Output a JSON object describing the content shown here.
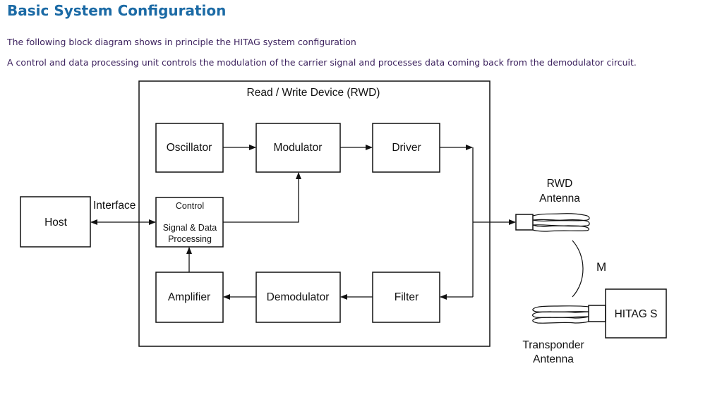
{
  "page": {
    "title": "Basic System Configuration",
    "paragraphs": [
      "The following block diagram shows in principle the HITAG system configuration",
      "A control and data processing unit controls the modulation of the carrier signal and processes data coming back from the demodulator circuit."
    ]
  },
  "diagram": {
    "container_label": "Read / Write Device (RWD)",
    "blocks": {
      "host": "Host",
      "oscillator": "Oscillator",
      "modulator": "Modulator",
      "driver": "Driver",
      "control_title": "Control",
      "control_line1": "Signal & Data",
      "control_line2": "Processing",
      "amplifier": "Amplifier",
      "demodulator": "Demodulator",
      "filter": "Filter",
      "hitag": "HITAG S"
    },
    "labels": {
      "interface": "Interface",
      "rwd_antenna_line1": "RWD",
      "rwd_antenna_line2": "Antenna",
      "coupling": "M",
      "transponder_antenna_line1": "Transponder",
      "transponder_antenna_line2": "Antenna"
    },
    "connections": [
      {
        "from": "Host",
        "to": "Control",
        "direction": "bidirectional"
      },
      {
        "from": "Oscillator",
        "to": "Modulator"
      },
      {
        "from": "Modulator",
        "to": "Driver"
      },
      {
        "from": "Control",
        "to": "Modulator"
      },
      {
        "from": "Driver",
        "to": "RWD Antenna"
      },
      {
        "from": "RWD Antenna",
        "to": "Filter"
      },
      {
        "from": "Filter",
        "to": "Demodulator"
      },
      {
        "from": "Demodulator",
        "to": "Amplifier"
      },
      {
        "from": "Amplifier",
        "to": "Control"
      }
    ]
  }
}
